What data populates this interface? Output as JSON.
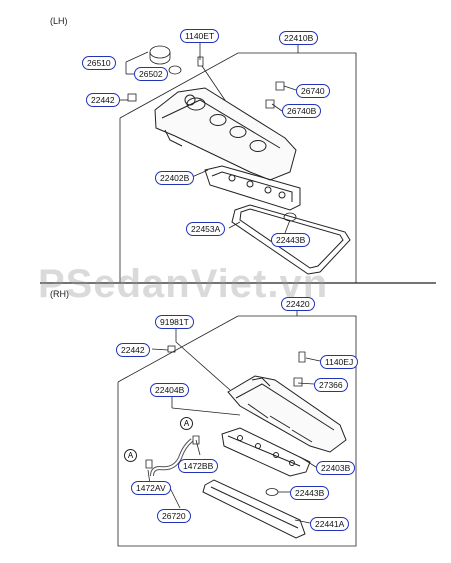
{
  "sections": {
    "lh": "(LH)",
    "rh": "(RH)"
  },
  "watermark": "PSedanViet.vn",
  "reference_marker": "A",
  "lh_parts": {
    "p26510": "26510",
    "p1140ET": "1140ET",
    "p22410B": "22410B",
    "p26502": "26502",
    "p22442": "22442",
    "p26740": "26740",
    "p26740B": "26740B",
    "p22402B": "22402B",
    "p22453A": "22453A",
    "p22443B": "22443B"
  },
  "rh_parts": {
    "p91981T": "91981T",
    "p22420": "22420",
    "p22442": "22442",
    "p1140EJ": "1140EJ",
    "p27366": "27366",
    "p22404B": "22404B",
    "p1472BB": "1472BB",
    "p22403B": "22403B",
    "p1472AV": "1472AV",
    "p22443B": "22443B",
    "p26720": "26720",
    "p22441A": "22441A"
  },
  "colors": {
    "callout_border": "#2233bb",
    "line": "#222222"
  }
}
